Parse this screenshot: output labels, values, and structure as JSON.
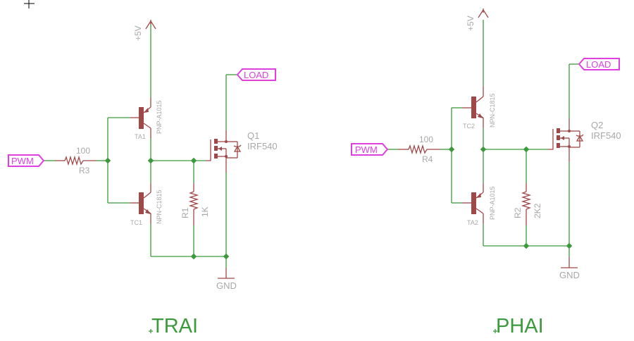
{
  "colors": {
    "wire": "#3c9a3c",
    "part": "#a04848",
    "label": "#a8a8a8",
    "port": "#e040e0",
    "title": "#3c9a3c"
  },
  "left": {
    "title": "TRAI",
    "supply": "+5V",
    "ground": "GND",
    "input_port": "PWM",
    "output_port": "LOAD",
    "r_in": {
      "name": "R3",
      "value": "100"
    },
    "r_pull": {
      "name": "R1",
      "value": "1K"
    },
    "q_top": {
      "name": "TA1",
      "value": "PNP-A1015"
    },
    "q_bot": {
      "name": "TC1",
      "value": "NPN-C1815"
    },
    "mosfet": {
      "name": "Q1",
      "value": "IRF540"
    }
  },
  "right": {
    "title": "PHAI",
    "supply": "+5V",
    "ground": "GND",
    "input_port": "PWM",
    "output_port": "LOAD",
    "r_in": {
      "name": "R4",
      "value": "100"
    },
    "r_pull": {
      "name": "R2",
      "value": "2K2"
    },
    "q_top": {
      "name": "TC2",
      "value": "NPN-C1815"
    },
    "q_bot": {
      "name": "TA2",
      "value": "PNP-A1015"
    },
    "mosfet": {
      "name": "Q2",
      "value": "IRF540"
    }
  }
}
